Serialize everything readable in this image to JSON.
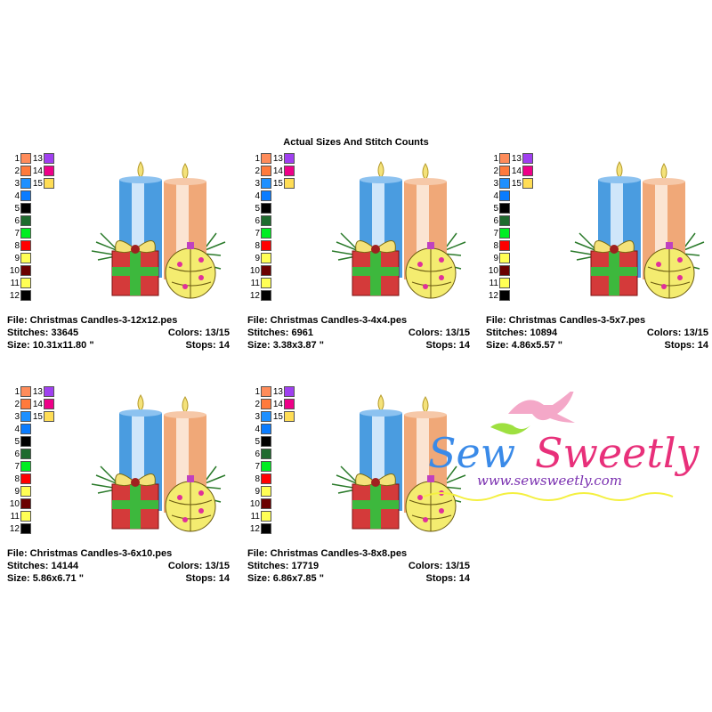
{
  "title": "Actual Sizes And Stitch Counts",
  "palette": [
    {
      "n": "1",
      "c": "#ff8c5a"
    },
    {
      "n": "2",
      "c": "#ff7a3c"
    },
    {
      "n": "3",
      "c": "#1e90ff"
    },
    {
      "n": "4",
      "c": "#0a7cff"
    },
    {
      "n": "5",
      "c": "#000000"
    },
    {
      "n": "6",
      "c": "#1e6b2e"
    },
    {
      "n": "7",
      "c": "#00ee22"
    },
    {
      "n": "8",
      "c": "#ff0000"
    },
    {
      "n": "9",
      "c": "#ffff55"
    },
    {
      "n": "10",
      "c": "#6b0000"
    },
    {
      "n": "11",
      "c": "#ffff55"
    },
    {
      "n": "12",
      "c": "#000000"
    },
    {
      "n": "13",
      "c": "#a040f0"
    },
    {
      "n": "14",
      "c": "#ee0088"
    },
    {
      "n": "15",
      "c": "#ffdd55"
    }
  ],
  "panels": [
    {
      "file": "File: Christmas Candles-3-12x12.pes",
      "stitches": "Stitches: 33645",
      "colors": "Colors: 13/15",
      "size": "Size: 10.31x11.80 \"",
      "stops": "Stops: 14"
    },
    {
      "file": "File: Christmas Candles-3-4x4.pes",
      "stitches": "Stitches: 6961",
      "colors": "Colors: 13/15",
      "size": "Size: 3.38x3.87 \"",
      "stops": "Stops: 14"
    },
    {
      "file": "File: Christmas Candles-3-5x7.pes",
      "stitches": "Stitches: 10894",
      "colors": "Colors: 13/15",
      "size": "Size: 4.86x5.57 \"",
      "stops": "Stops: 14"
    },
    {
      "file": "File: Christmas Candles-3-6x10.pes",
      "stitches": "Stitches: 14144",
      "colors": "Colors: 13/15",
      "size": "Size: 5.86x6.71 \"",
      "stops": "Stops: 14"
    },
    {
      "file": "File: Christmas Candles-3-8x8.pes",
      "stitches": "Stitches: 17719",
      "colors": "Colors: 13/15",
      "size": "Size: 6.86x7.85 \"",
      "stops": "Stops: 14"
    }
  ],
  "logo": {
    "brand": "Sew Sweetly",
    "url": "www.sewsweetly.com"
  }
}
